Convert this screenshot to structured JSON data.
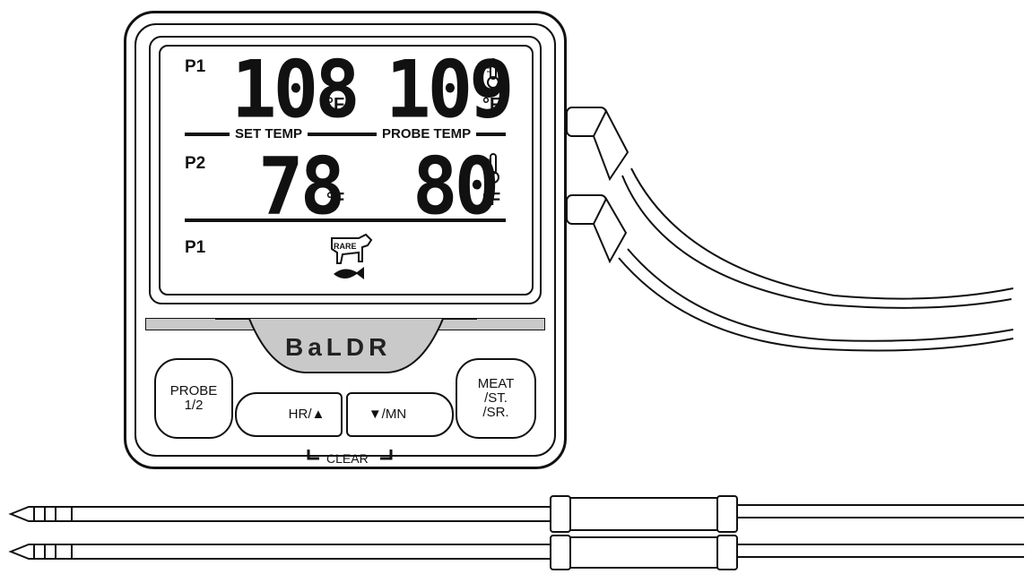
{
  "device": {
    "brand": "BaLDR",
    "lcd": {
      "row1": {
        "label": "P1",
        "set_temp": "108",
        "probe_temp": "109",
        "unit": "°F"
      },
      "divider_labels": {
        "set": "SET TEMP",
        "probe": "PROBE TEMP"
      },
      "row2": {
        "label": "P2",
        "set_temp": "78",
        "probe_temp": "80",
        "unit": "°F"
      },
      "row3": {
        "label": "P1",
        "meat_tag": "RARE"
      }
    },
    "buttons": {
      "probe": "PROBE\n1/2",
      "hr_up": "HR/▲",
      "down_mn": "▼/MN",
      "meat": "MEAT\n/ST.\n/SR."
    },
    "clear_label": "CLEAR"
  },
  "icons": [
    "thermometer-icon",
    "cow-icon",
    "fish-icon",
    "probe-icon"
  ]
}
